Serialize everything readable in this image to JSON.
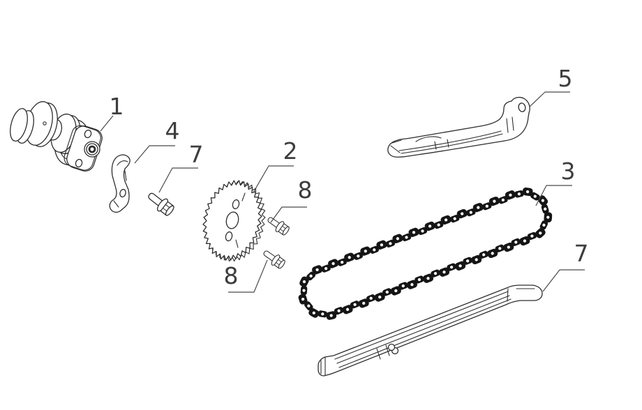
{
  "diagram": {
    "kind": "exploded-parts-diagram",
    "subject": "camshaft-and-timing-chain-components",
    "background_color": "#ffffff",
    "line_color": "#2d2d2d",
    "chain_color": "#151515",
    "label_color": "#3d3d3d",
    "callouts": [
      {
        "label": "1",
        "target": "camshaft-assembly"
      },
      {
        "label": "4",
        "target": "retainer-plate"
      },
      {
        "label": "7",
        "target": "flange-bolt"
      },
      {
        "label": "2",
        "target": "cam-sprocket"
      },
      {
        "label": "8",
        "target": "sprocket-bolt-upper"
      },
      {
        "label": "8",
        "target": "sprocket-bolt-lower"
      },
      {
        "label": "5",
        "target": "chain-guide-upper"
      },
      {
        "label": "3",
        "target": "timing-chain"
      },
      {
        "label": "7",
        "target": "chain-guide-lower"
      }
    ]
  }
}
